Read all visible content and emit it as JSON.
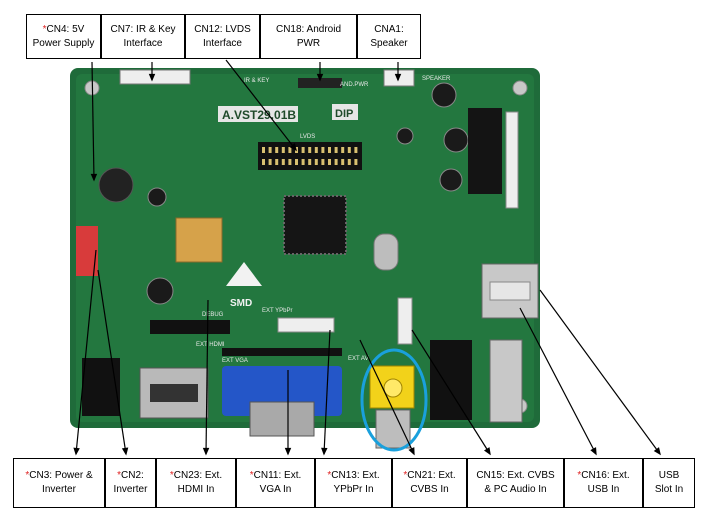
{
  "top_labels": [
    {
      "star": true,
      "line1": "CN4: 5V",
      "line2": "Power Supply"
    },
    {
      "star": false,
      "line1": "CN7: IR & Key",
      "line2": "Interface"
    },
    {
      "star": false,
      "line1": "CN12: LVDS",
      "line2": "Interface"
    },
    {
      "star": false,
      "line1": "CN18: Android",
      "line2": "PWR"
    },
    {
      "star": false,
      "line1": "CNA1:",
      "line2": "Speaker"
    }
  ],
  "bottom_labels": [
    {
      "star": true,
      "line1": "CN3: Power &",
      "line2": "Inverter"
    },
    {
      "star": true,
      "line1": "CN2:",
      "line2": "Inverter"
    },
    {
      "star": true,
      "line1": "CN23: Ext.",
      "line2": "HDMI In"
    },
    {
      "star": true,
      "line1": "CN11: Ext.",
      "line2": "VGA In"
    },
    {
      "star": true,
      "line1": "CN13: Ext.",
      "line2": "YPbPr In"
    },
    {
      "star": true,
      "line1": "CN21: Ext.",
      "line2": "CVBS In"
    },
    {
      "star": false,
      "line1": "CN15: Ext. CVBS",
      "line2": "& PC Audio In"
    },
    {
      "star": true,
      "line1": "CN16: Ext.",
      "line2": "USB In"
    },
    {
      "star": false,
      "line1": "USB",
      "line2": "Slot In"
    }
  ],
  "star_symbol": "*",
  "board": {
    "model": "A.VST29.01B",
    "dip_mark": "DIP",
    "smd_mark": "SMD",
    "silk_lvds": "LVDS",
    "silk_ir_key": "IR & KEY",
    "silk_andpwr": "AND.PWR",
    "silk_speaker": "SPEAKER",
    "silk_ext_hdmi": "EXT HDMI",
    "silk_ext_vga": "EXT VGA",
    "silk_ext_ypbpr": "EXT YPbPr",
    "silk_ext_av": "EXT AV",
    "silk_debug": "DEBUG"
  },
  "colors": {
    "pcb": "#1f6b3a",
    "pcb_dark": "#15502a",
    "vga": "#2456c8",
    "rca_yellow": "#f2d21a",
    "highlight_ring": "#1aa0dc",
    "star": "#e02020"
  }
}
